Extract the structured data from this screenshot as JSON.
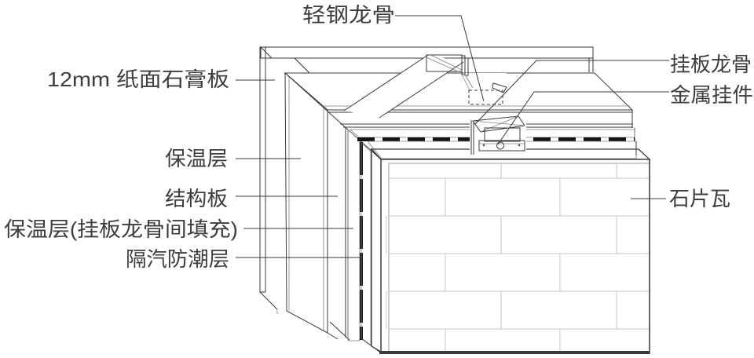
{
  "diagram": {
    "type": "construction-detail-isometric",
    "background": "#ffffff",
    "line_color": "#3a3a3a",
    "hatch_color": "#b4b4b4",
    "mortar_color": "#c6c6c6",
    "text_color": "#3d3d3d",
    "labels": {
      "light_steel_keel": "轻钢龙骨",
      "gypsum_board": "12mm 纸面石膏板",
      "insulation_layer": "保温层",
      "structural_board": "结构板",
      "infill_insulation": "保温层(挂板龙骨间填充)",
      "vapor_moisture_barrier": "隔汽防潮层",
      "cladding_keel": "挂板龙骨",
      "metal_hanger": "金属挂件",
      "stone_slate_tile": "石片瓦"
    }
  }
}
